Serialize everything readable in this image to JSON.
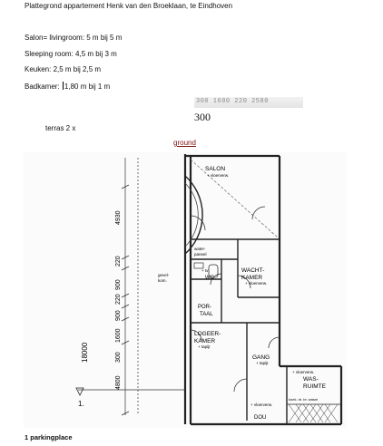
{
  "title": "Plattegrond appartement Henk van den Broeklaan, te Eindhoven",
  "rooms_list": {
    "salon": "Salon= livingroom: 5 m bij 5 m",
    "sleeping": "Sleeping room: 4,5 m bij 3 m",
    "keuken": "Keuken: 2,5 m bij 2,5 m",
    "badkamer_prefix": "Badkamer: ",
    "badkamer_value": "1,80 m bij 1 m"
  },
  "scale_strip": "300  1600  220  2580",
  "scale_number": "300",
  "terras": "terras  2 x",
  "ground": "ground",
  "parking": "1 parkingplace",
  "plan": {
    "salon": "SALON",
    "salon_note": "+ vloerverw.",
    "water_panel": "water-",
    "water_panel2": "paneel",
    "gevel_kom": "gevel-",
    "gevel_kom2": "kom.",
    "wc1": "+ tv",
    "wc2": "WC",
    "wacht1": "WACHT-",
    "wacht2": "KAMER",
    "wacht_note": "+ vloerverw.",
    "portaal1": "POR-",
    "portaal2": "TAAL",
    "loge1": "LOGEER-",
    "loge2": "KAMER",
    "loge_note": "+ tapijt",
    "gang": "GANG",
    "gang_note": "+ tapijt",
    "was1": "WAS-",
    "was2": "RUIMTE",
    "was_note1": "+ vloerverw.",
    "was_note2": "+ vloerverw.",
    "koek": "koek. dr. br. wasm",
    "douche": "DOU",
    "dims": [
      "4930",
      "220",
      "900",
      "220",
      "900",
      "1600",
      "300",
      "4800",
      "18000"
    ],
    "level_mark": "1."
  }
}
